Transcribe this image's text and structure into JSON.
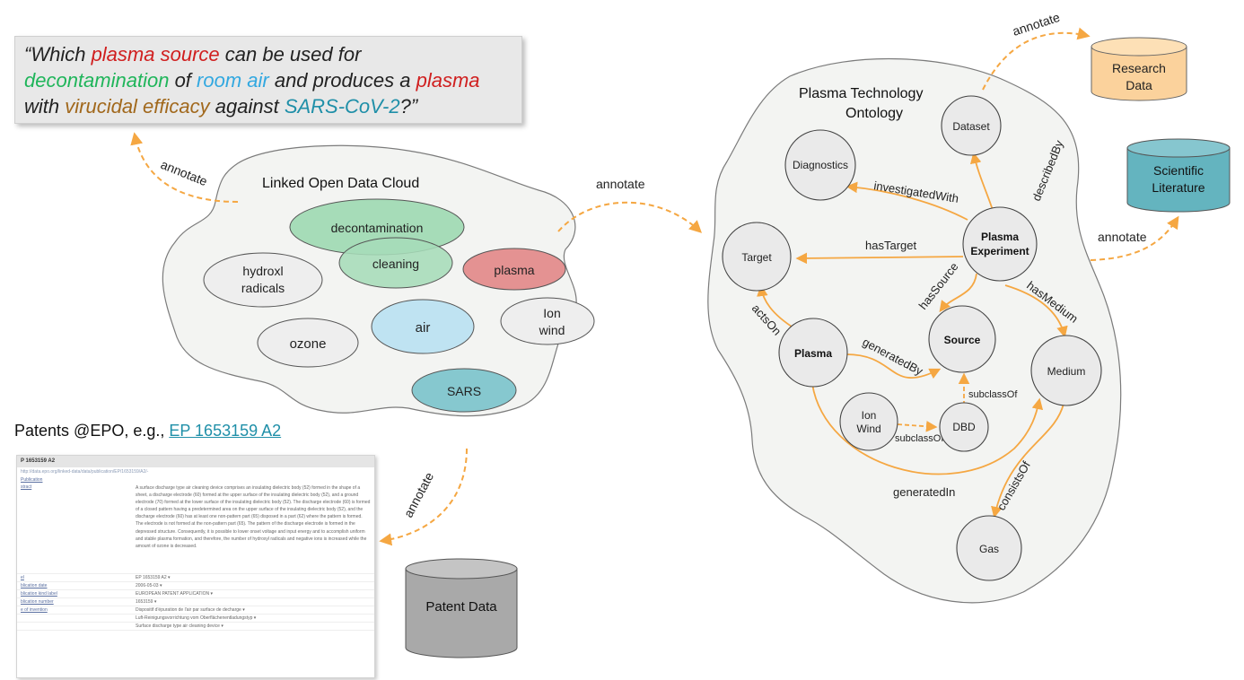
{
  "question": {
    "segments": [
      {
        "text": "“Which ",
        "color": "#222222"
      },
      {
        "text": "plasma source",
        "color": "#d01f1f"
      },
      {
        "text": " can be used for",
        "color": "#222222"
      },
      {
        "br": true
      },
      {
        "text": "decontamination",
        "color": "#1fb55a"
      },
      {
        "text": " of ",
        "color": "#222222"
      },
      {
        "text": "room air",
        "color": "#32a8e0"
      },
      {
        "text": " and produces a ",
        "color": "#222222"
      },
      {
        "text": "plasma",
        "color": "#d01f1f"
      },
      {
        "br": true
      },
      {
        "text": "with ",
        "color": "#222222"
      },
      {
        "text": "virucidal efficacy",
        "color": "#a1681c"
      },
      {
        "text": " against ",
        "color": "#222222"
      },
      {
        "text": "SARS-CoV-2",
        "color": "#1f8fa8"
      },
      {
        "text": "?”",
        "color": "#222222"
      }
    ]
  },
  "lod_cloud": {
    "title": "Linked Open Data Cloud",
    "nodes": {
      "decontamination": {
        "label": "decontamination",
        "fill": "#a6dcb8"
      },
      "cleaning": {
        "label": "cleaning",
        "fill": "#a6dcb8"
      },
      "plasma": {
        "label": "plasma",
        "fill": "#e49292"
      },
      "hydroxyl": {
        "line1": "hydroxl",
        "line2": "radicals",
        "fill": "#eeeeee"
      },
      "air": {
        "label": "air",
        "fill": "#bfe3f2"
      },
      "ion_wind": {
        "line1": "Ion",
        "line2": "wind",
        "fill": "#eeeeee"
      },
      "ozone": {
        "label": "ozone",
        "fill": "#eeeeee"
      },
      "sars": {
        "label": "SARS",
        "fill": "#86c8cf"
      }
    }
  },
  "annotate_label": "annotate",
  "ontology": {
    "title_line1": "Plasma Technology",
    "title_line2": "Ontology",
    "nodes": {
      "dataset": "Dataset",
      "diagnostics": "Diagnostics",
      "target": "Target",
      "experiment_line1": "Plasma",
      "experiment_line2": "Experiment",
      "source": "Source",
      "plasma": "Plasma",
      "medium": "Medium",
      "ion_wind_line1": "Ion",
      "ion_wind_line2": "Wind",
      "dbd": "DBD",
      "gas": "Gas"
    },
    "edges": {
      "investigated_with": "investigatedWith",
      "described_by": "describedBy",
      "has_target": "hasTarget",
      "has_source": "hasSource",
      "has_medium": "hasMedium",
      "acts_on": "actsOn",
      "generated_by": "generatedBy",
      "subclass_of_1": "subclassOf",
      "subclass_of_2": "subclassOf",
      "generated_in": "generatedIn",
      "consists_of": "consistsOf"
    }
  },
  "databases": {
    "research_line1": "Research",
    "research_line2": "Data",
    "literature_line1": "Scientific",
    "literature_line2": "Literature",
    "patent": "Patent Data"
  },
  "patent": {
    "title_prefix": "Patents @EPO, e.g., ",
    "link_text": "EP 1653159 A2",
    "doc": {
      "header": "P 1653159 A2",
      "uri": "http://data.epo.org/linked-data/data/publication/EP/1653159/A2/-",
      "publication": "Publication",
      "rows": [
        {
          "key": "stract",
          "value": "A surface discharge type air cleaning device comprises an insulating dielectric body (52) formed in the shape of a sheet, a discharge electrode (60) formed at the upper surface of the insulating dielectric body (52), and a ground electrode (70) formed at the lower surface of the insulating dielectric body (52). The discharge electrode (60) is formed of a closed pattern having a predetermined area on the upper surface of the insulating dielectric body (52), and the discharge electrode (60) has at least one non-pattern part (65) disposed in a part (62) where the pattern is formed. The electrode is not formed at the non-pattern part (65). The pattern of the discharge electrode is formed in the depressed structure. Consequently, it is possible to lower onset voltage and input energy and to accomplish uniform and stable plasma formation, and therefore, the number of hydroxyl radicals and negative ions is increased while the amount of ozone is decreased."
        },
        {
          "key": "el",
          "value": "EP 1653159 A2"
        },
        {
          "key": "blication date",
          "value": "2006-05-03"
        },
        {
          "key": "blication kind label",
          "value": "EUROPEAN PATENT APPLICATION"
        },
        {
          "key": "blication number",
          "value": "1653159"
        },
        {
          "key": "e of invention",
          "value": "Dispositif d'épuration de l'air par surface de decharge"
        },
        {
          "key": "",
          "value": "Luft-Reinigungsvorrichtung vom Oberflächenentladungstyp"
        },
        {
          "key": "",
          "value": "Surface discharge type air cleaning device"
        }
      ]
    }
  },
  "colors": {
    "arrow": "#f5a742",
    "cloud_fill": "#f3f4f2",
    "cloud_stroke": "#7b7b7b",
    "research_db": "#fbd29c",
    "literature_db": "#64b4bf",
    "patent_db": "#a9a9a9"
  }
}
